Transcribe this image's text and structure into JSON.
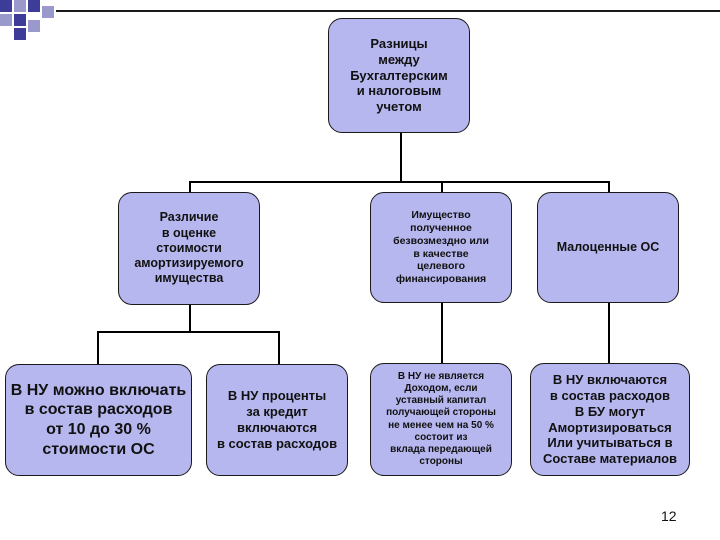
{
  "diagram": {
    "root": "Разницы\nмежду\nБухгалтерским\nи налоговым\nучетом",
    "level1": [
      "Различие\nв оценке\nстоимости\nамортизируемого\nимущества",
      "Имущество\nполученное\nбезвозмездно или\nв качестве\nцелевого\nфинансирования",
      "Малоценные ОС"
    ],
    "level2": [
      "В НУ можно включать\nв состав расходов\nот 10 до 30 %\nстоимости ОС",
      "В НУ проценты\nза кредит\nвключаются\nв состав расходов",
      "В НУ не является\nДоходом, если\nуставный капитал\nполучающей стороны\nне менее чем на 50 %\nсостоит из\nвклада передающей\nстороны",
      "В НУ включаются\nв состав расходов\nВ БУ могут\nАмортизироваться\nИли учитываться в\nСоставе материалов"
    ]
  },
  "page_number": "12",
  "colors": {
    "box_fill": "#b7b7ef",
    "accent_dark": "#3d3d99",
    "accent_light": "#9999cc"
  }
}
